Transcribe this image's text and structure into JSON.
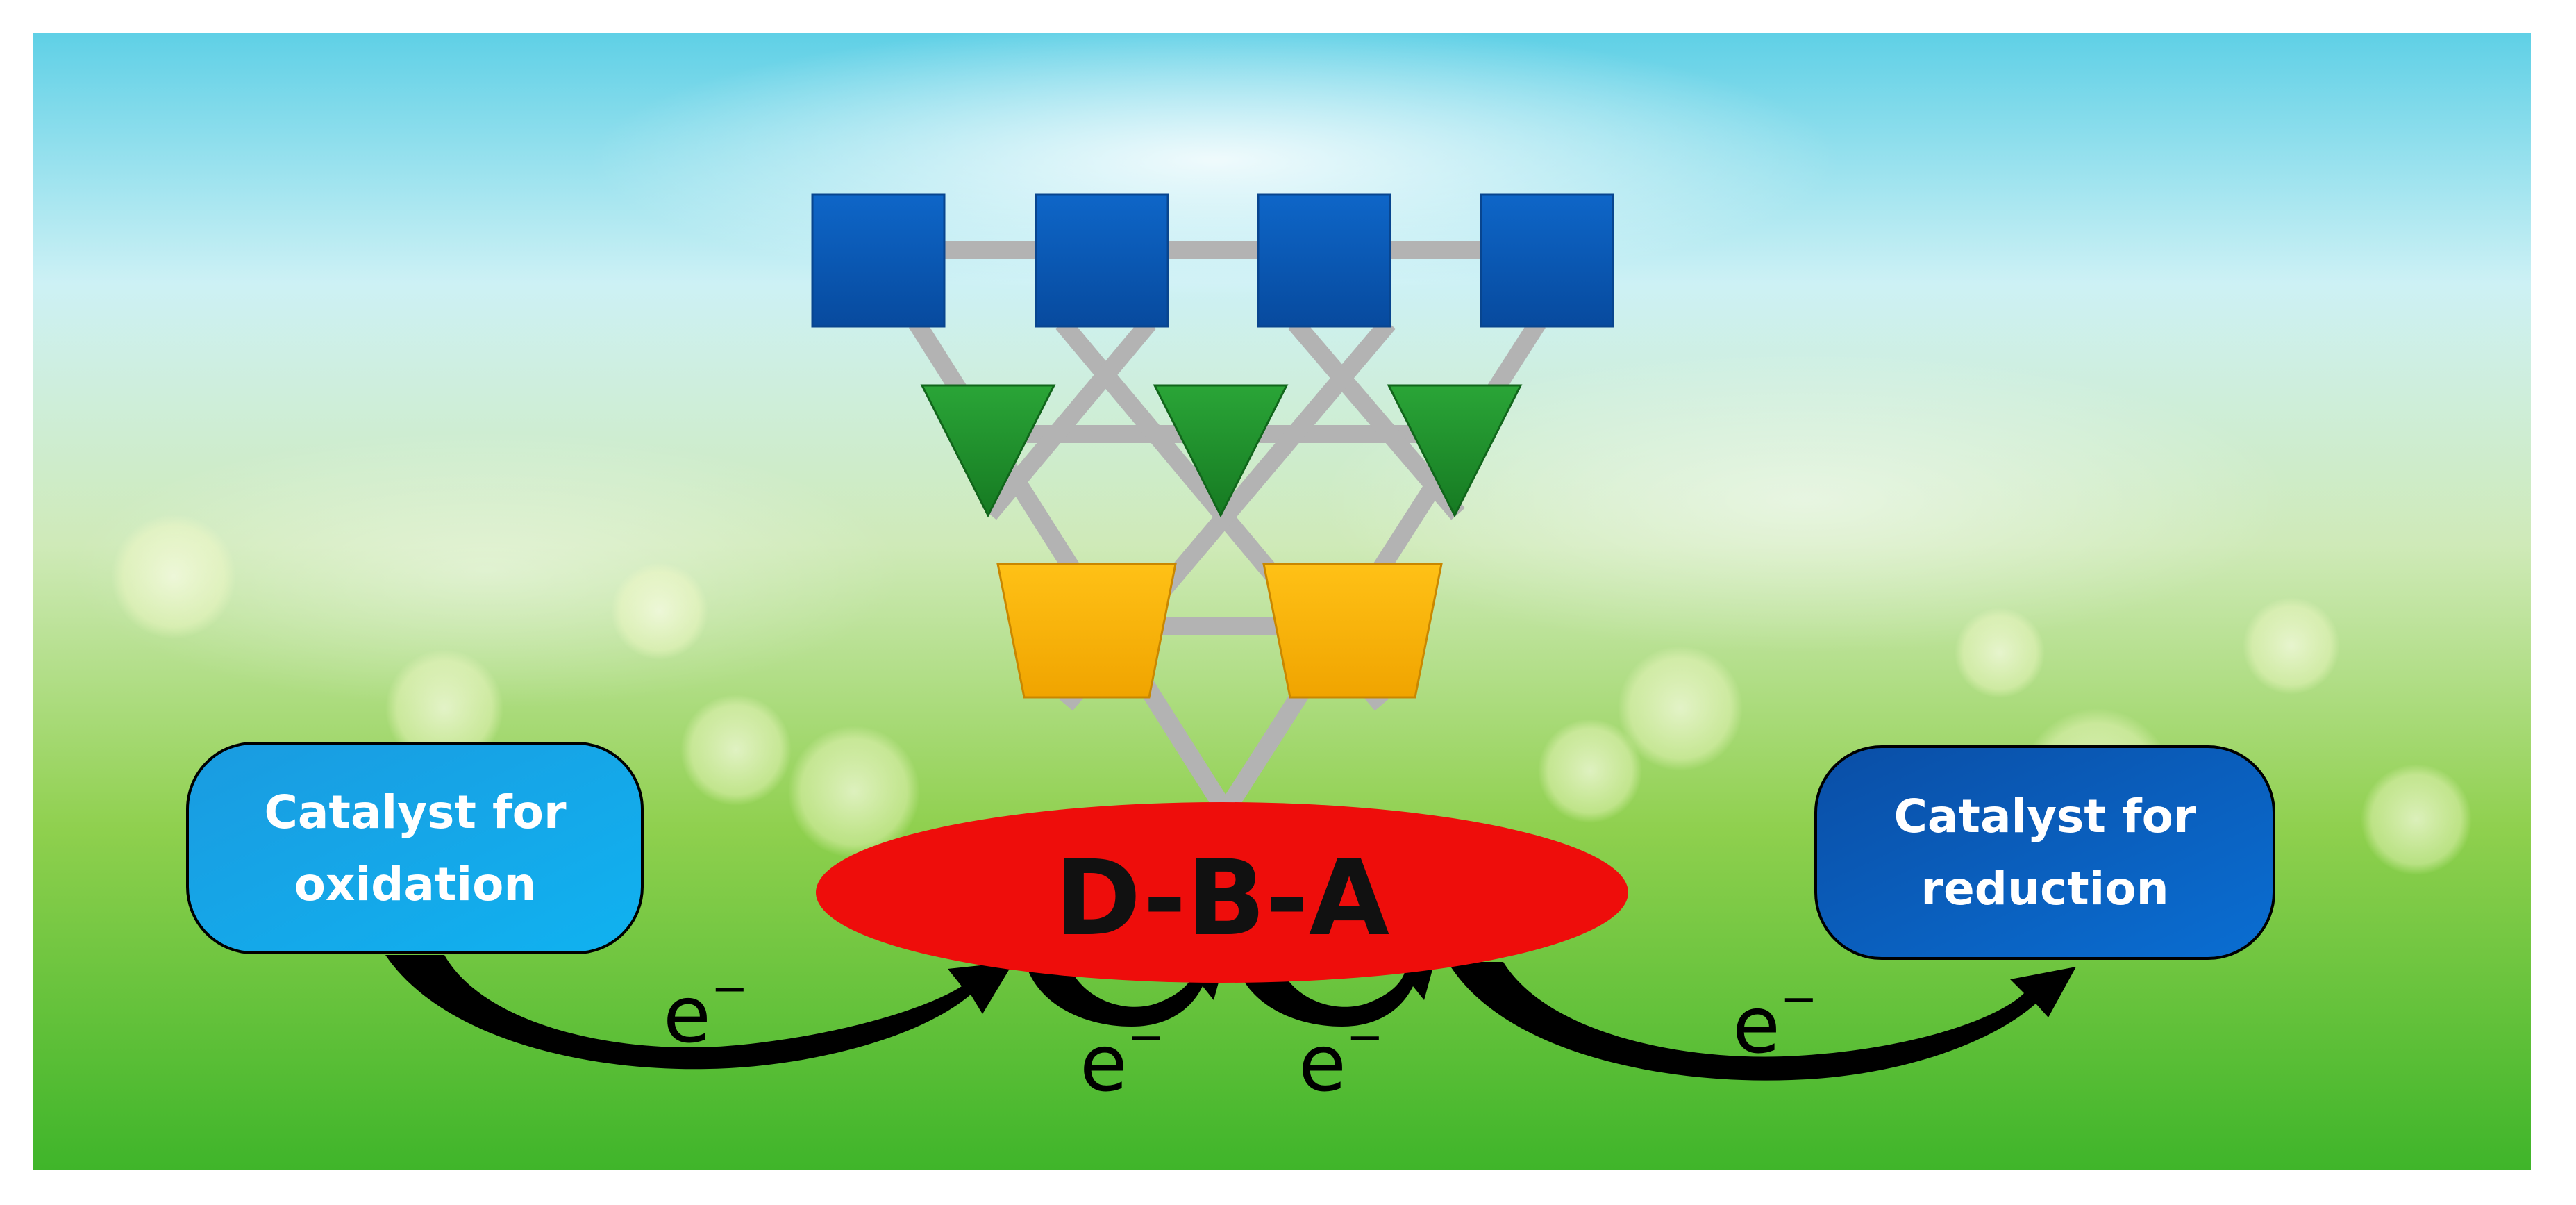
{
  "ellipse_label": "D-B-A",
  "left_box": {
    "line1": "Catalyst for",
    "line2": "oxidation"
  },
  "right_box": {
    "line1": "Catalyst for",
    "line2": "reduction"
  },
  "electron": {
    "symbol": "e",
    "charge": "−"
  },
  "colors": {
    "blue_node": "#0a5bbd",
    "green_node": "#229a2c",
    "yellow_node": "#fbb508",
    "ellipse": "#ee0d0b",
    "ellipse_text": "#111111",
    "left_box": "#10a7e8",
    "right_box": "#0760c2",
    "link": "#b3b3b3",
    "arrow": "#000000"
  },
  "framework": {
    "rows": [
      {
        "shape": "square",
        "count": 4
      },
      {
        "shape": "triangle",
        "count": 3
      },
      {
        "shape": "trapezoid",
        "count": 2
      }
    ]
  }
}
